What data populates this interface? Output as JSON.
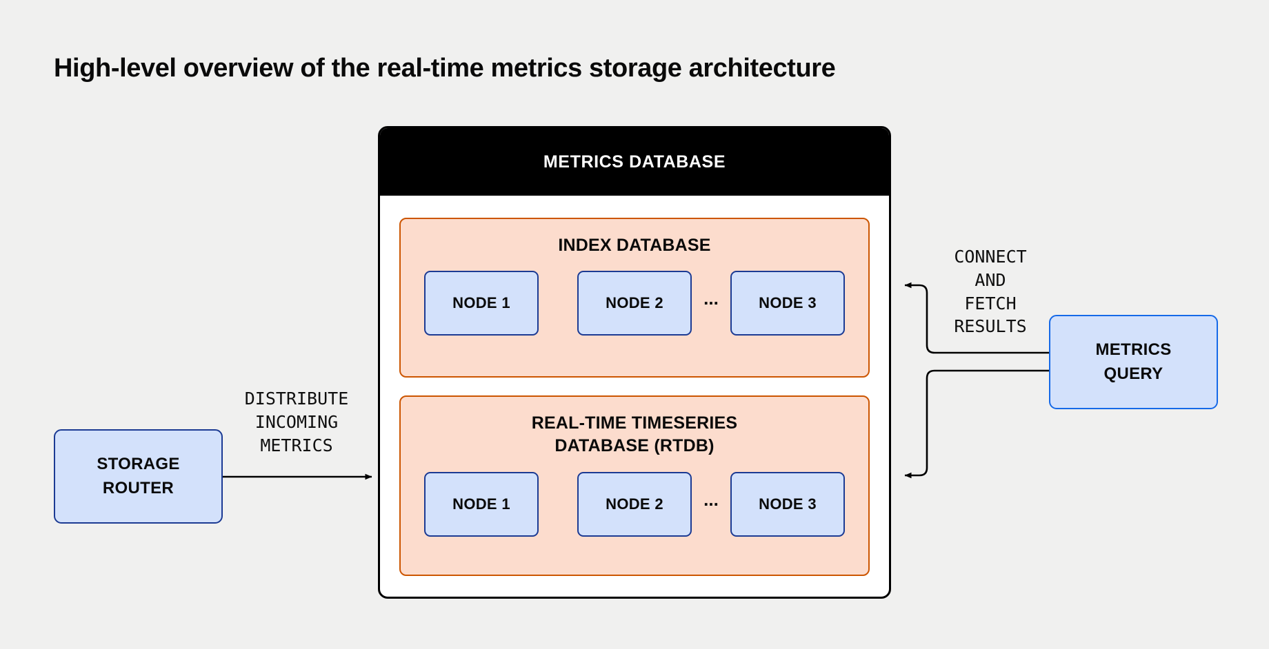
{
  "title": "High-level overview of the real-time metrics storage architecture",
  "colors": {
    "background": "#f0f0ef",
    "container_header_bg": "#000000",
    "container_header_text": "#ffffff",
    "container_body_bg": "#ffffff",
    "subdb_fill": "#fcdccd",
    "subdb_border": "#cc5500",
    "node_fill": "#d3e1fb",
    "node_border": "#1b3a93",
    "query_border": "#1569e8",
    "text": "#0a0a0a",
    "wire": "#000000"
  },
  "container": {
    "header": "METRICS DATABASE",
    "panels": [
      {
        "id": "index-database",
        "title": "INDEX DATABASE",
        "nodes": [
          "NODE 1",
          "NODE 2",
          "NODE 3"
        ],
        "ellipsis": "..."
      },
      {
        "id": "rtdb",
        "title_line1": "REAL-TIME TIMESERIES",
        "title_line2": "DATABASE (RTDB)",
        "nodes": [
          "NODE 1",
          "NODE 2",
          "NODE 3"
        ],
        "ellipsis": "..."
      }
    ]
  },
  "external": {
    "storage_router": {
      "line1": "STORAGE",
      "line2": "ROUTER"
    },
    "metrics_query": {
      "line1": "METRICS",
      "line2": "QUERY"
    }
  },
  "edges": [
    {
      "id": "distribute",
      "from": "storage-router",
      "to": "metrics-database",
      "label": "DISTRIBUTE\nINCOMING\nMETRICS",
      "style": "straight-arrow-right"
    },
    {
      "id": "connect-index",
      "from": "metrics-query",
      "to": "index-database",
      "label": "CONNECT\nAND\nFETCH\nRESULTS",
      "style": "elbow-arrow-left-up"
    },
    {
      "id": "connect-rtdb",
      "from": "metrics-query",
      "to": "rtdb",
      "label": "",
      "style": "elbow-arrow-left-down"
    }
  ]
}
